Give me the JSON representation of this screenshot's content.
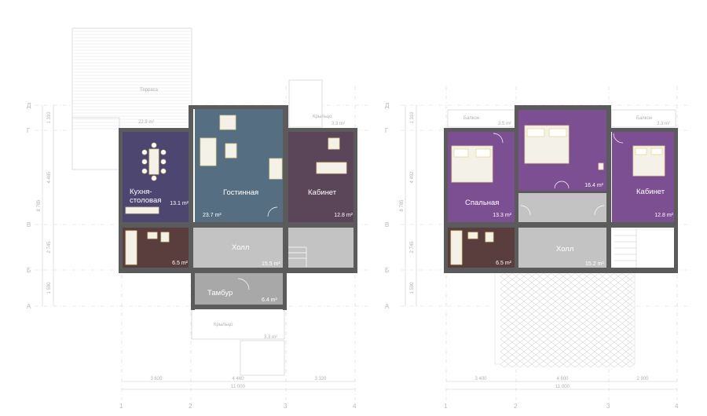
{
  "first_floor": {
    "rooms": [
      {
        "name": "Кухня-\nстоловая",
        "area": "13.1 m²",
        "color": "#4c4670"
      },
      {
        "name": "Гостинная",
        "area": "23.7 m²",
        "color": "#566e82"
      },
      {
        "name": "Кабинет",
        "area": "12.8 m²",
        "color": "#5b4558"
      },
      {
        "name": "",
        "area": "6.5 m²",
        "color": "#5a3e3e"
      },
      {
        "name": "Холл",
        "area": "15.5 m²",
        "color": "#c3c3c3"
      },
      {
        "name": "Тамбур",
        "area": "6.4 m²",
        "color": "#a8a8a8"
      }
    ],
    "dims_horizontal": [
      "3 620",
      "4 460",
      "3 320"
    ],
    "dim_total": "11 000",
    "dims_vertical": [
      "1 310",
      "4 485",
      "2 745",
      "1 590",
      "8 785"
    ]
  },
  "second_floor": {
    "rooms": [
      {
        "name": "Спальная",
        "area": "13.3 m²",
        "color": "#7c4f92"
      },
      {
        "name": "",
        "area": "16.4 m²",
        "color": "#7c4f92"
      },
      {
        "name": "Кабинет",
        "area": "12.8 m²",
        "color": "#7c4f92"
      },
      {
        "name": "",
        "area": "6.5 m²",
        "color": "#5a3e3e"
      },
      {
        "name": "Холл",
        "area": "15.2 m²",
        "color": "#c3c3c3"
      }
    ],
    "dims_horizontal": [
      "3 400",
      "4 600",
      "2 900"
    ],
    "dim_total": "11 000",
    "dims_vertical": [
      "1 310",
      "4 492",
      "2 745",
      "1 590",
      "8 785"
    ]
  },
  "axes_letters": [
    "Д",
    "Г",
    "В",
    "Б",
    "А"
  ],
  "axes_numbers": [
    "1",
    "2",
    "3",
    "4"
  ],
  "colors": {
    "wall": "#5b5b5b",
    "furniture_line": "#e6d98f",
    "grid": "#d8d8d8"
  }
}
